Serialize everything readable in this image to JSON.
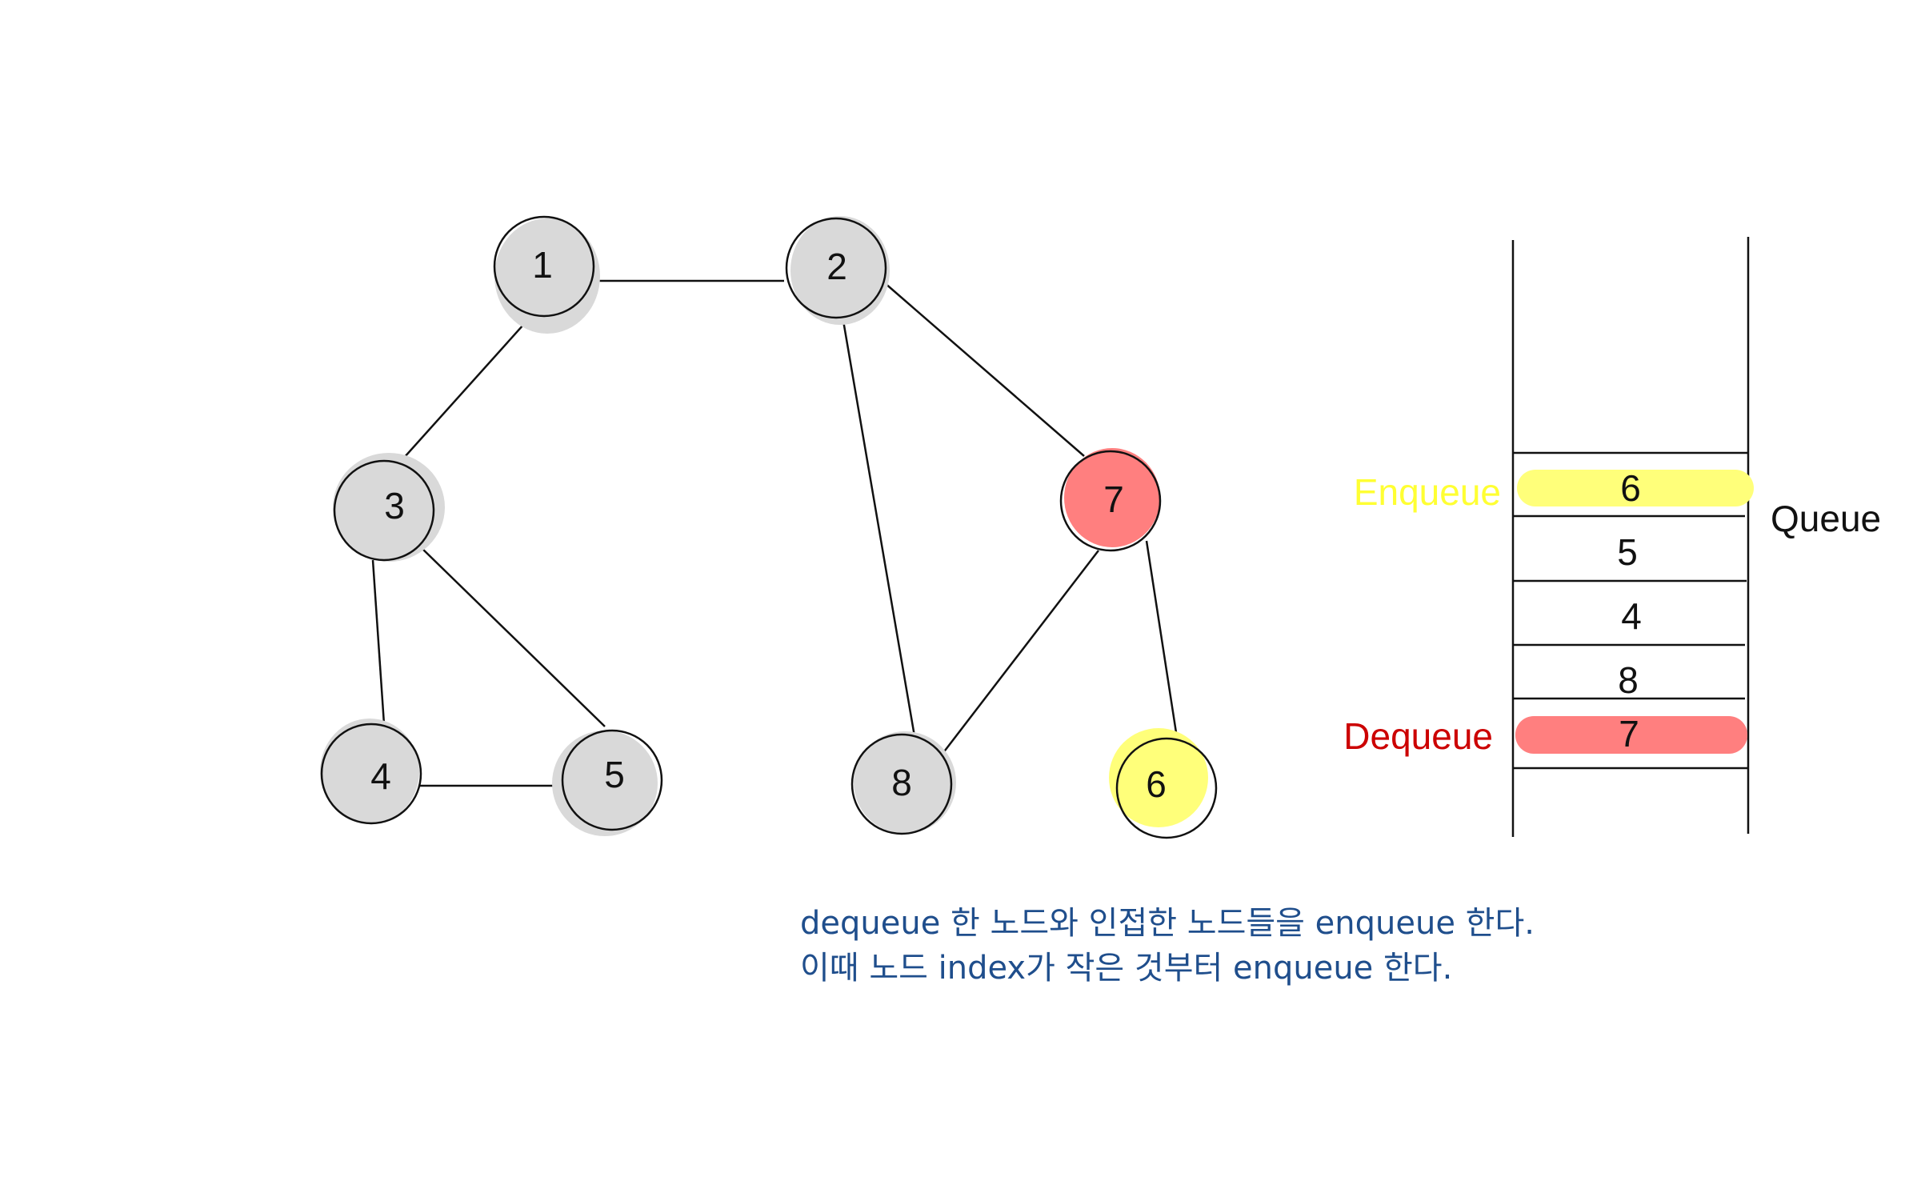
{
  "graph": {
    "nodes": [
      {
        "id": "1",
        "state": "visited"
      },
      {
        "id": "2",
        "state": "visited"
      },
      {
        "id": "3",
        "state": "visited"
      },
      {
        "id": "4",
        "state": "visited"
      },
      {
        "id": "5",
        "state": "visited"
      },
      {
        "id": "7",
        "state": "dequeued"
      },
      {
        "id": "8",
        "state": "visited"
      },
      {
        "id": "6",
        "state": "enqueued"
      }
    ],
    "edges": [
      [
        "1",
        "2"
      ],
      [
        "1",
        "3"
      ],
      [
        "2",
        "8"
      ],
      [
        "2",
        "7"
      ],
      [
        "3",
        "4"
      ],
      [
        "3",
        "5"
      ],
      [
        "4",
        "5"
      ],
      [
        "7",
        "8"
      ],
      [
        "7",
        "6"
      ]
    ]
  },
  "queue": {
    "label": "Queue",
    "items_top_to_bottom": [
      "6",
      "5",
      "4",
      "8",
      "7"
    ],
    "enqueue_label": "Enqueue",
    "dequeue_label": "Dequeue"
  },
  "caption": {
    "line1": "dequeue 한 노드와 인접한 노드들을 enqueue 한다.",
    "line2": "이때 노드 index가 작은 것부터 enqueue 한다."
  },
  "colors": {
    "visited_fill": "#d9d9d9",
    "dequeued_fill": "#ff7f7f",
    "enqueued_fill": "#ffff7a",
    "enqueue_text": "#ffff33",
    "dequeue_text": "#cc0000",
    "caption_text": "#1f4e8c",
    "line": "#111111"
  }
}
